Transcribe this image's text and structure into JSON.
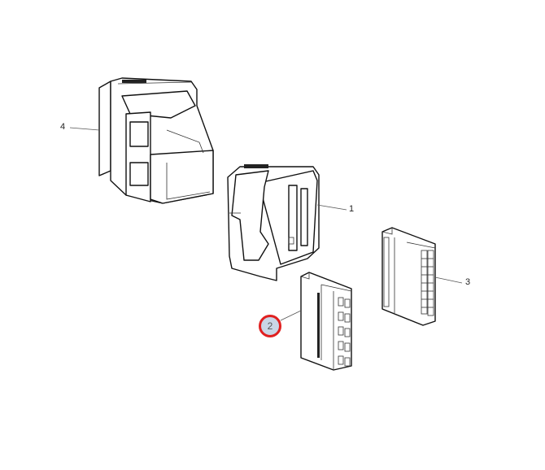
{
  "callouts": {
    "c1": "1",
    "c2": "2",
    "c3": "3",
    "c4": "4"
  },
  "colors": {
    "highlight_ring": "#e02020",
    "highlight_fill": "#c9d6e6"
  }
}
